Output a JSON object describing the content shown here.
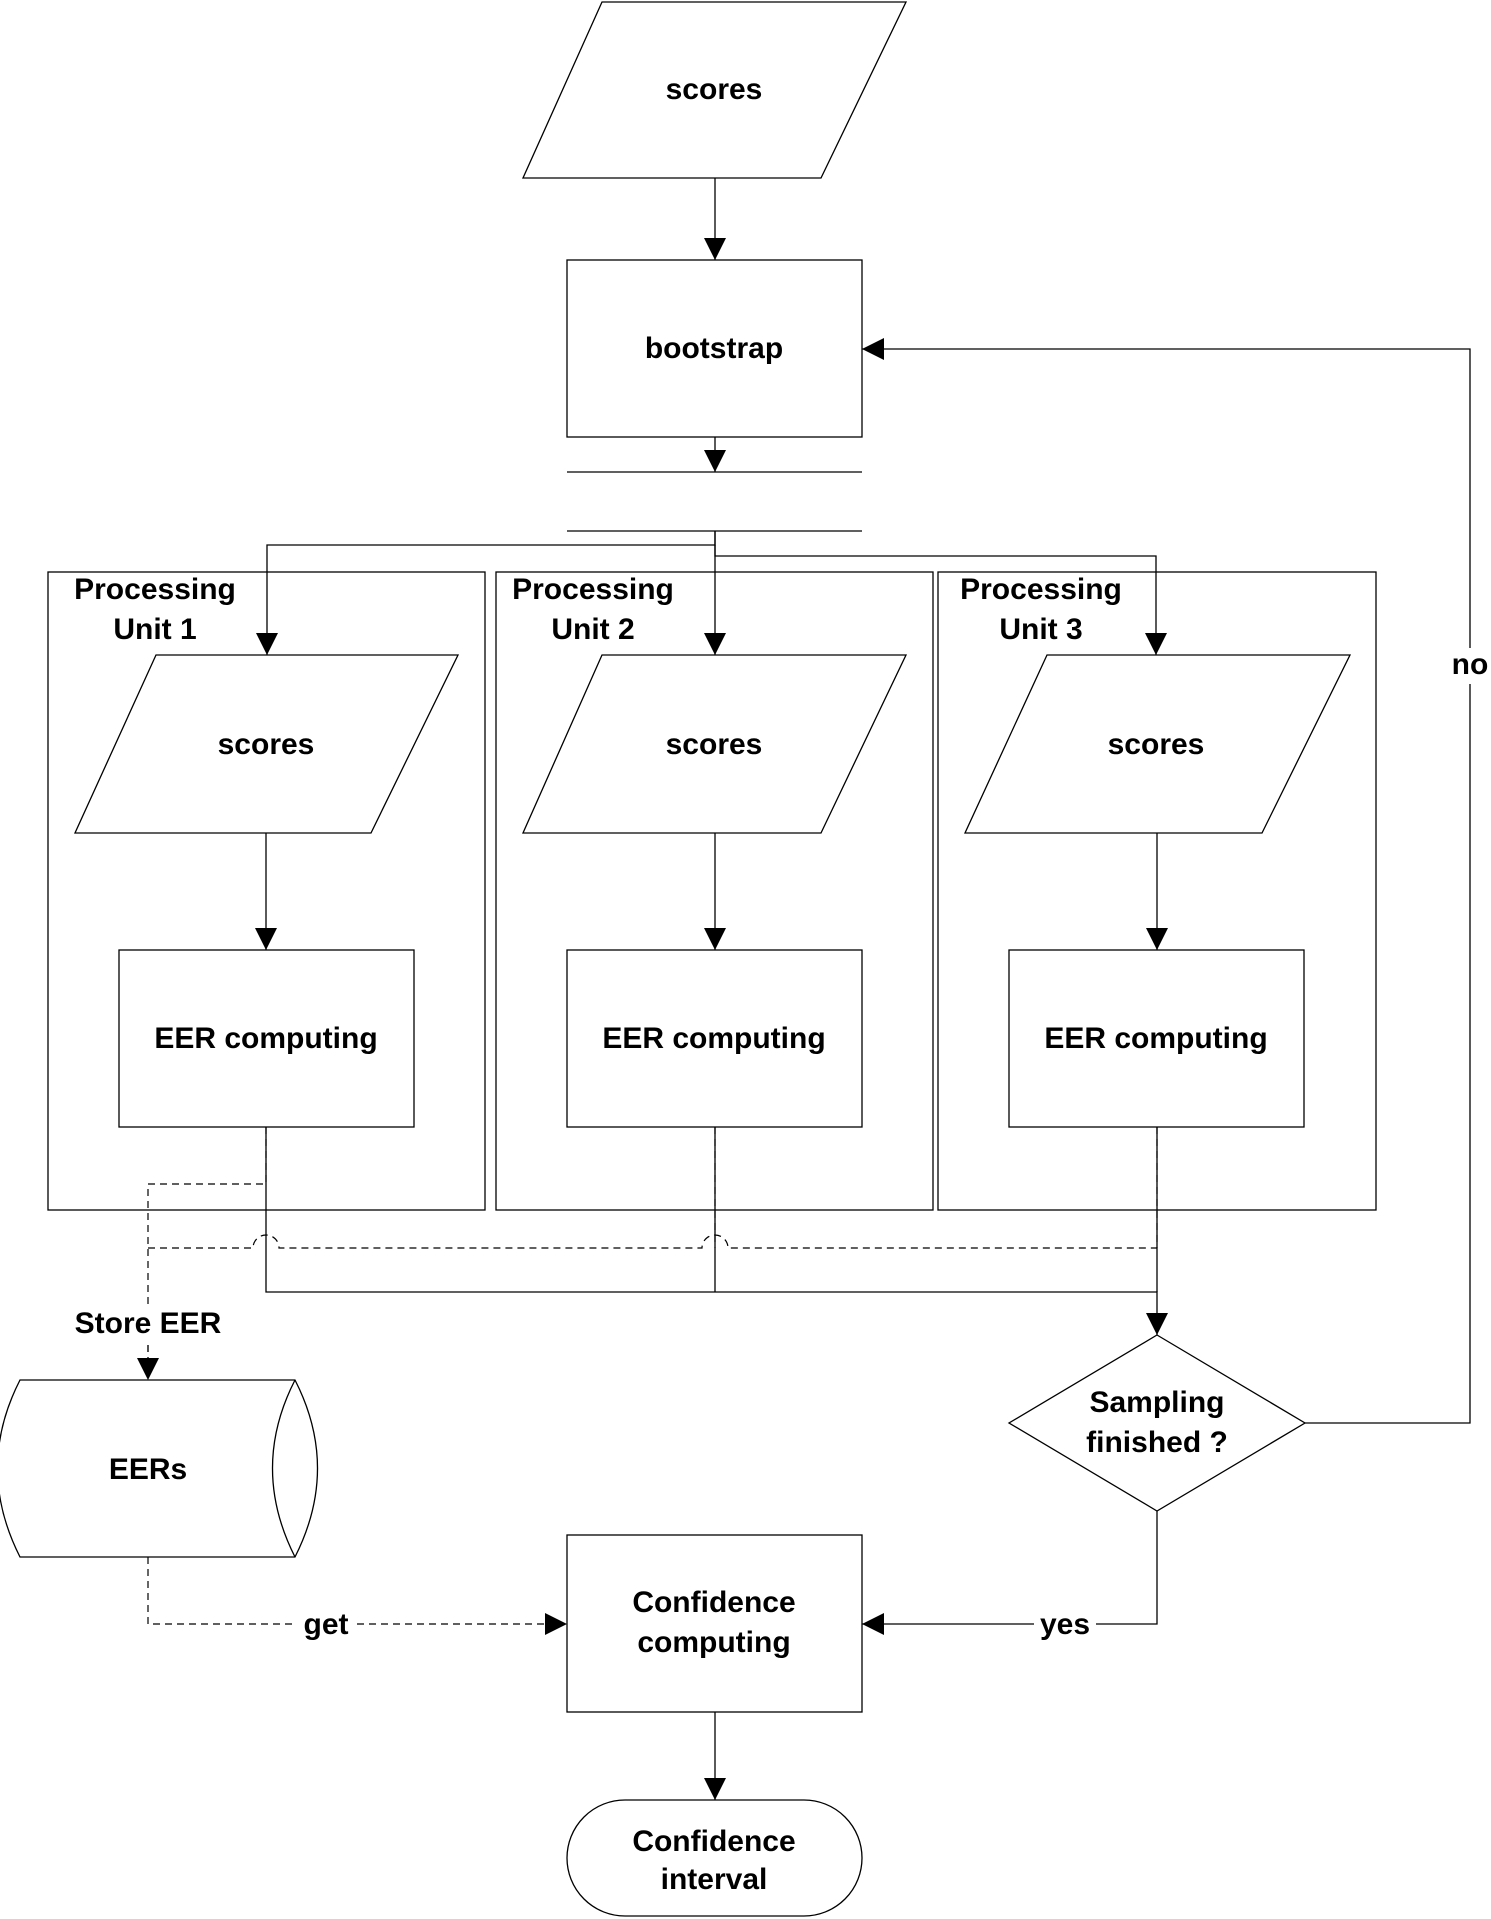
{
  "input": {
    "label": "scores"
  },
  "bootstrap": {
    "label": "bootstrap"
  },
  "units": [
    {
      "title_line1": "Processing",
      "title_line2": "Unit 1",
      "input_label": "scores",
      "compute_label": "EER computing"
    },
    {
      "title_line1": "Processing",
      "title_line2": "Unit 2",
      "input_label": "scores",
      "compute_label": "EER computing"
    },
    {
      "title_line1": "Processing",
      "title_line2": "Unit 3",
      "input_label": "scores",
      "compute_label": "EER computing"
    }
  ],
  "store": {
    "edge_label": "Store EER",
    "label": "EERs"
  },
  "decision": {
    "line1": "Sampling",
    "line2": "finished ?"
  },
  "edges": {
    "no": "no",
    "yes": "yes",
    "get": "get"
  },
  "confidence": {
    "line1": "Confidence",
    "line2": "computing"
  },
  "output": {
    "line1": "Confidence",
    "line2": "interval"
  }
}
